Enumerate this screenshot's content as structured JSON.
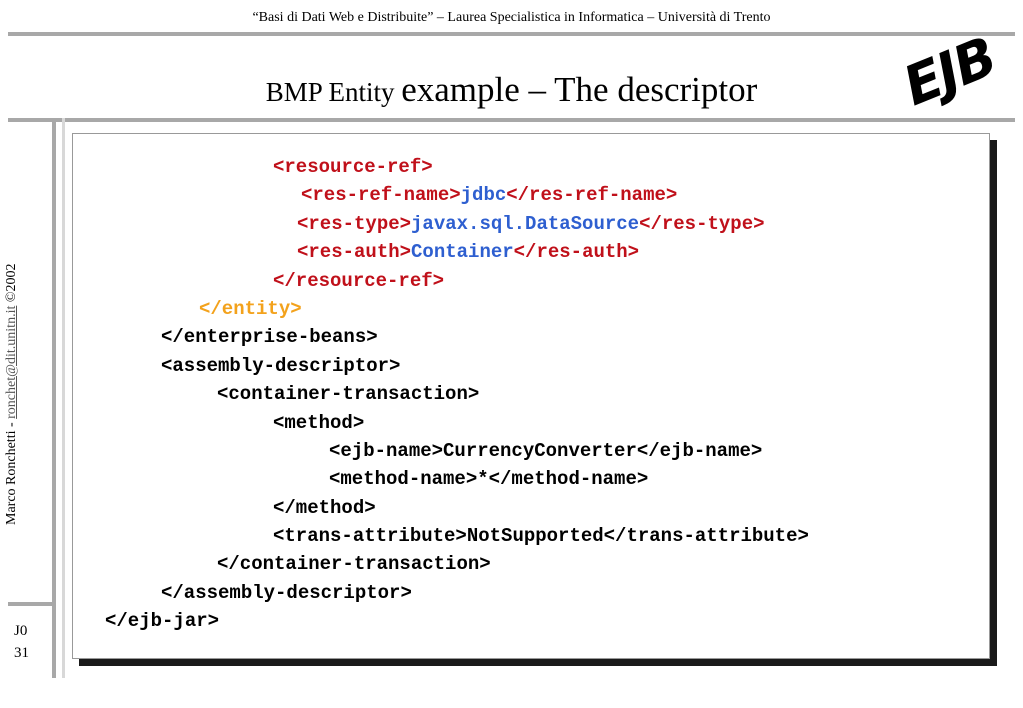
{
  "header": "“Basi di Dati Web e Distribuite” – Laurea Specialistica in Informatica – Università di Trento",
  "title": {
    "small": "BMP Entity ",
    "big": "example – The descriptor"
  },
  "logo": "EJB",
  "side": {
    "author": "Marco Ronchetti  -  ",
    "email": "ronchet@dit.unitn.it",
    "copyright": "  ©2002"
  },
  "page": {
    "section": "J0",
    "number": "31"
  },
  "code": {
    "l1": "<resource-ref>",
    "l2a": "<res-ref-name>",
    "l2b": "jdbc",
    "l2c": "</res-ref-name>",
    "l3a": "<res-type>",
    "l3b": "javax.sql.DataSource",
    "l3c": "</res-type>",
    "l4a": "<res-auth>",
    "l4b": "Container",
    "l4c": "</res-auth>",
    "l5": "</resource-ref>",
    "l6": "</entity>",
    "l7": "</enterprise-beans>",
    "l8": "<assembly-descriptor>",
    "l9": "<container-transaction>",
    "l10": "<method>",
    "l11": "<ejb-name>CurrencyConverter</ejb-name>",
    "l12": "<method-name>*</method-name>",
    "l13": "</method>",
    "l14": "<trans-attribute>NotSupported</trans-attribute>",
    "l15": "</container-transaction>",
    "l16": "</assembly-descriptor>",
    "l17": "</ejb-jar>"
  }
}
